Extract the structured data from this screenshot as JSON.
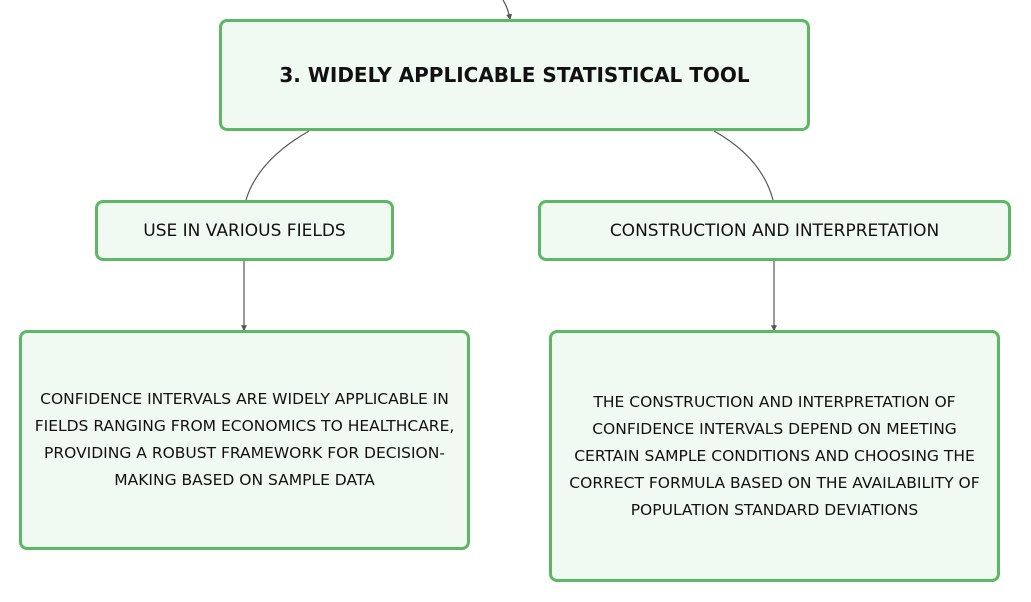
{
  "diagram": {
    "root": {
      "label": "3. WIDELY APPLICABLE STATISTICAL TOOL"
    },
    "branches": [
      {
        "label": "USE IN VARIOUS FIELDS",
        "detail": "CONFIDENCE INTERVALS ARE WIDELY APPLICABLE IN FIELDS RANGING FROM ECONOMICS TO HEALTHCARE, PROVIDING A ROBUST FRAMEWORK FOR DECISION-MAKING BASED ON SAMPLE DATA"
      },
      {
        "label": "CONSTRUCTION AND INTERPRETATION",
        "detail": "THE CONSTRUCTION AND INTERPRETATION OF CONFIDENCE INTERVALS DEPEND ON MEETING CERTAIN SAMPLE CONDITIONS AND CHOOSING THE CORRECT FORMULA BASED ON THE AVAILABILITY OF POPULATION STANDARD DEVIATIONS"
      }
    ],
    "colors": {
      "node_border": "#5cb864",
      "node_fill": "#f1faf2",
      "connector": "#555555",
      "text": "#111111"
    }
  }
}
